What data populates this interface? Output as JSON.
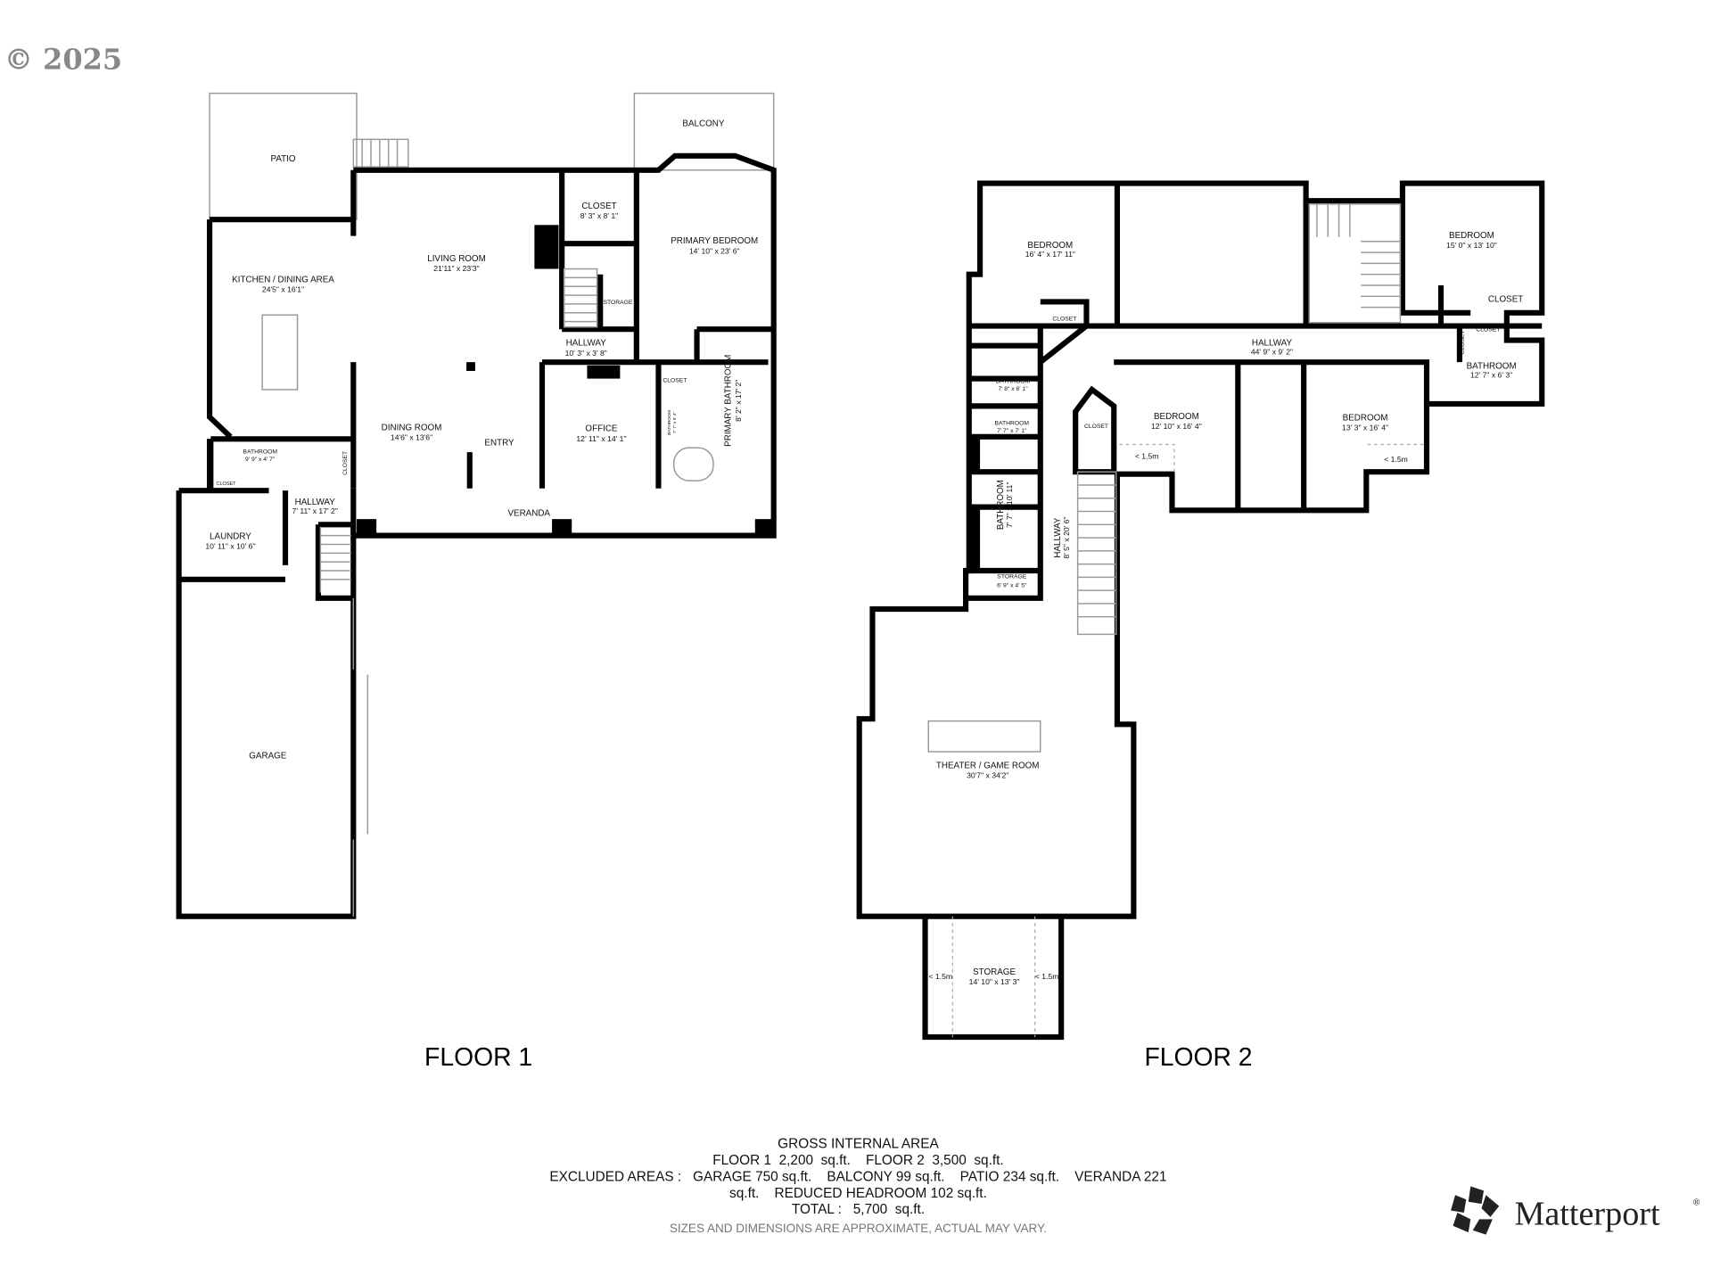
{
  "copyright": "© 2025",
  "floor1": {
    "title": "FLOOR 1",
    "rooms": {
      "patio": {
        "name": "PATIO"
      },
      "balcony": {
        "name": "BALCONY"
      },
      "closet_main": {
        "name": "CLOSET",
        "dims": "8' 3\" x 8' 1\""
      },
      "primary_bedroom": {
        "name": "PRIMARY BEDROOM",
        "dims": "14' 10\" x 23' 6\""
      },
      "living_room": {
        "name": "LIVING ROOM",
        "dims": "21'11\" x 23'3\""
      },
      "kitchen": {
        "name": "KITCHEN / DINING AREA",
        "dims": "24'5\" x 16'1\""
      },
      "storage": {
        "name": "STORAGE"
      },
      "hallway_upper": {
        "name": "HALLWAY",
        "dims": "10' 3\" x 3' 8\""
      },
      "closet_bath": {
        "name": "CLOSET"
      },
      "bathroom_small": {
        "name": "BATHROOM",
        "dims": "7' 7\" x 5' 4\""
      },
      "primary_bathroom": {
        "name": "PRIMARY BATHROOM",
        "dims": "8' 2\" x 17' 2\""
      },
      "office": {
        "name": "OFFICE",
        "dims": "12' 11\" x 14' 1\""
      },
      "dining_room": {
        "name": "DINING ROOM",
        "dims": "14'6\" x 13'6\""
      },
      "entry": {
        "name": "ENTRY"
      },
      "bathroom": {
        "name": "BATHROOM",
        "dims": "9' 9\" x 4' 7\""
      },
      "closet_hall": {
        "name": "CLOSET"
      },
      "closet_small": {
        "name": "CLOSET"
      },
      "hallway_lower": {
        "name": "HALLWAY",
        "dims": "7' 11\" x 17' 2\""
      },
      "laundry": {
        "name": "LAUNDRY",
        "dims": "10' 11\" x 10' 6\""
      },
      "veranda": {
        "name": "VERANDA"
      },
      "garage": {
        "name": "GARAGE"
      }
    }
  },
  "floor2": {
    "title": "FLOOR 2",
    "rooms": {
      "bedroom1": {
        "name": "BEDROOM",
        "dims": "16' 4\" x 17' 11\""
      },
      "bedroom2": {
        "name": "BEDROOM",
        "dims": "15' 0\" x 13' 10\""
      },
      "closet_b2": {
        "name": "CLOSET"
      },
      "closet_a": {
        "name": "CLOSET"
      },
      "closet_b": {
        "name": "CLOSET"
      },
      "closet_c": {
        "name": "CLOSET"
      },
      "hallway": {
        "name": "HALLWAY",
        "dims": "44' 9\" x 9' 2\""
      },
      "bathroom_a": {
        "name": "BATHROOM",
        "dims": "7' 8\" x 6' 1\""
      },
      "bathroom_b": {
        "name": "BATHROOM",
        "dims": "7' 7\" x 7' 1\""
      },
      "bathroom_c": {
        "name": "BATHROOM",
        "dims": "7' 7\" x 10' 11\""
      },
      "bathroom_d": {
        "name": "BATHROOM",
        "dims": "12' 7\" x 6' 3\""
      },
      "closet_d": {
        "name": "CLOSET"
      },
      "bedroom3": {
        "name": "BEDROOM",
        "dims": "12' 10\" x 16' 4\""
      },
      "bedroom4": {
        "name": "BEDROOM",
        "dims": "13' 3\" x 16' 4\""
      },
      "hallway_v": {
        "name": "HALLWAY",
        "dims": "8' 5\" x 20' 6\""
      },
      "storage_small": {
        "name": "STORAGE",
        "dims": "6' 9\" x 4' 5\""
      },
      "theater": {
        "name": "THEATER / GAME ROOM",
        "dims": "30'7\" x 34'2\""
      },
      "storage": {
        "name": "STORAGE",
        "dims": "14' 10\" x 13' 3\""
      },
      "reduced_headroom": "< 1.5m"
    }
  },
  "summary": {
    "heading": "GROSS INTERNAL AREA",
    "line1": "FLOOR 1  2,200  sq.ft.    FLOOR 2  3,500  sq.ft.",
    "line2": "EXCLUDED AREAS :   GARAGE 750 sq.ft.    BALCONY 99 sq.ft.    PATIO 234 sq.ft.    VERANDA 221",
    "line3": "sq.ft.    REDUCED HEADROOM 102 sq.ft.",
    "line4": "TOTAL :   5,700  sq.ft.",
    "disclaimer": "SIZES AND DIMENSIONS ARE APPROXIMATE, ACTUAL MAY VARY."
  },
  "brand": {
    "name": "Matterport",
    "mark": "®"
  }
}
